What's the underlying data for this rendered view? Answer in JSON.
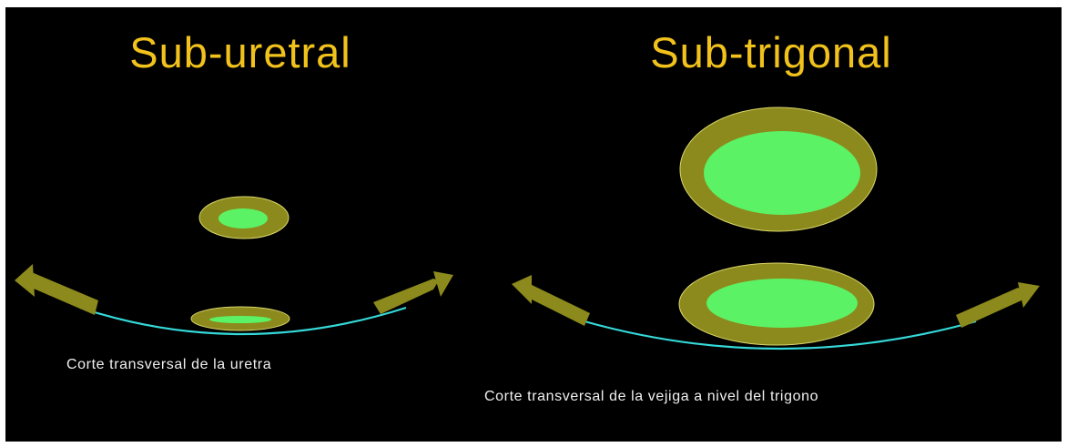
{
  "panels": {
    "left": {
      "title": "Sub-uretral",
      "caption": "Corte transversal de la uretra"
    },
    "right": {
      "title": "Sub-trigonal",
      "caption": "Corte transversal de la vejiga a nivel del trigono"
    }
  },
  "colors": {
    "background": "#000000",
    "title": "#f2c21c",
    "caption": "#f0f0f0",
    "organ_wall": "#8c8a1c",
    "organ_lumen": "#5cf265",
    "sling": "#35d9d9",
    "arrow": "#8c8a1c"
  }
}
